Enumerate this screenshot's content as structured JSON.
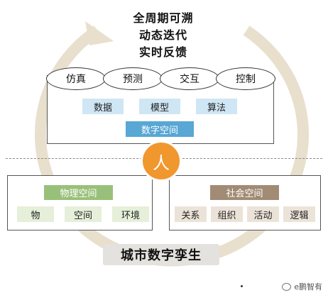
{
  "cycle": {
    "lines": [
      "全周期可溯",
      "动态迭代",
      "实时反馈"
    ]
  },
  "digital_space": {
    "functions": [
      "仿真",
      "预测",
      "交互",
      "控制"
    ],
    "components": [
      "数据",
      "模型",
      "算法"
    ],
    "label": "数字空间"
  },
  "center": {
    "label": "人"
  },
  "physical_space": {
    "label": "物理空间",
    "items": [
      "物",
      "空间",
      "环境"
    ]
  },
  "social_space": {
    "label": "社会空间",
    "items": [
      "关系",
      "组织",
      "活动",
      "逻辑"
    ]
  },
  "footer": {
    "title": "城市数字孪生"
  },
  "watermark": {
    "text": "e鹏智有"
  },
  "colors": {
    "arrow": "#e8dfcd",
    "person": "#f0972e",
    "digital_label": "#58a7d4",
    "physical_label": "#99c07a",
    "social_label": "#a18b74"
  }
}
